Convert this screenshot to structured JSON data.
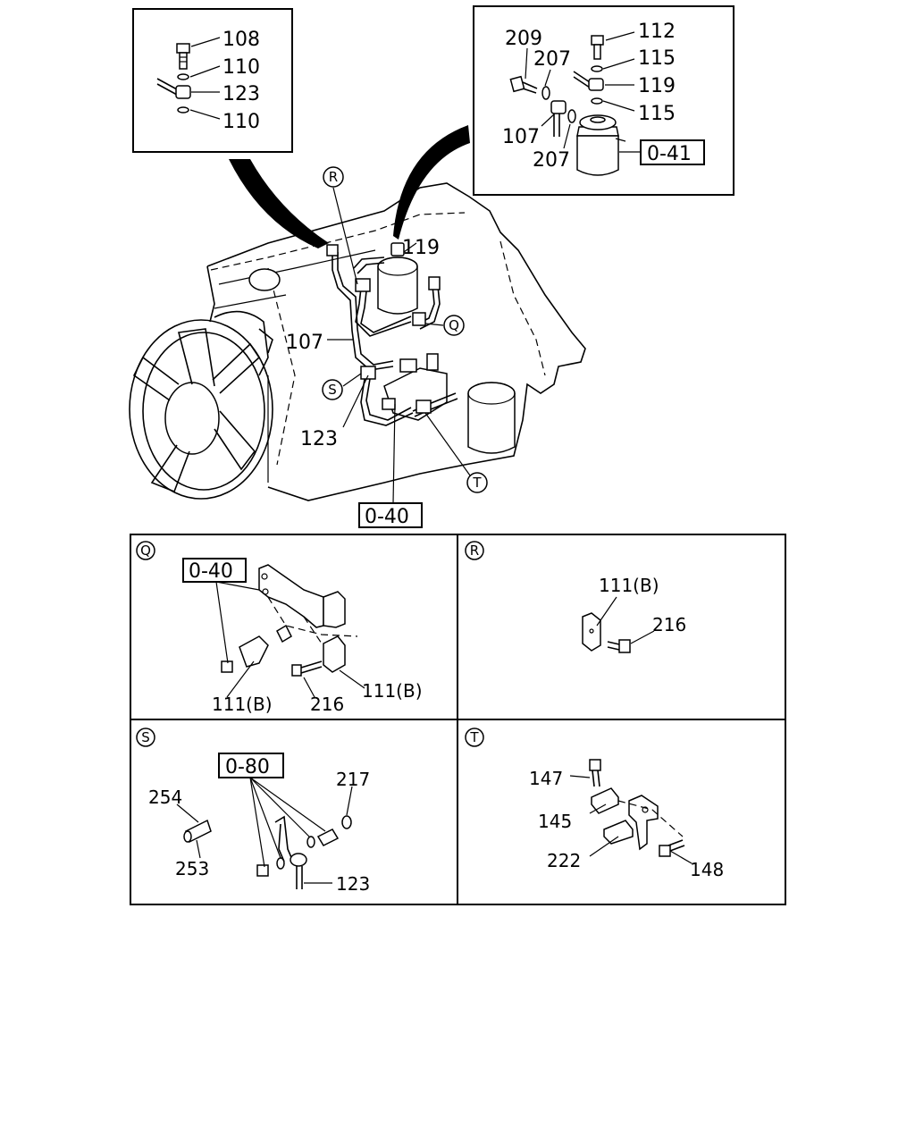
{
  "main_view": {
    "labels": {
      "p119": "119",
      "p107": "107",
      "p123": "123",
      "ref_040": "0-40",
      "callout_q": "Q",
      "callout_r": "R",
      "callout_s": "S",
      "callout_t": "T"
    }
  },
  "inset_left": {
    "p108": "108",
    "p110a": "110",
    "p123": "123",
    "p110b": "110"
  },
  "inset_right": {
    "p209": "209",
    "p112": "112",
    "p207a": "207",
    "p115a": "115",
    "p119": "119",
    "p115b": "115",
    "p107": "107",
    "p207b": "207",
    "ref_041": "0-41"
  },
  "panel_q": {
    "tag": "Q",
    "ref": "0-40",
    "p111b_a": "111(B)",
    "p216": "216",
    "p111b_b": "111(B)"
  },
  "panel_r": {
    "tag": "R",
    "p111b": "111(B)",
    "p216": "216"
  },
  "panel_s": {
    "tag": "S",
    "ref": "0-80",
    "p217": "217",
    "p254": "254",
    "p253": "253",
    "p123": "123"
  },
  "panel_t": {
    "tag": "T",
    "p147": "147",
    "p145": "145",
    "p222": "222",
    "p148": "148"
  }
}
